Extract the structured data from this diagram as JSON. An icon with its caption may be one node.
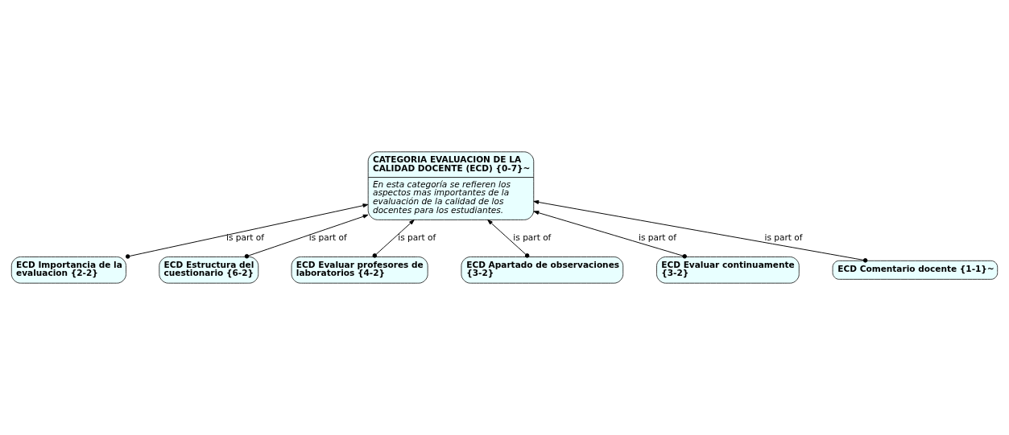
{
  "diagram": {
    "nodes": [
      {
        "text": [
          "CATEGORIA EVALUACION DE LA CALIDAD DOCENTE (ECD) {0-7}~",
          "En esta categoría se refieren los aspectos mas importantes de la evaluación de la calidad de los docentes para los estudiantes."
        ]
      },
      {
        "text": [
          "ECD Importancia de la evaluacion {2-2}"
        ]
      },
      {
        "text": [
          "ECD Estructura del cuestionario {6-2}"
        ]
      },
      {
        "text": [
          "ECD Evaluar profesores de laboratorios {4-2}"
        ]
      },
      {
        "text": [
          "ECD Apartado de observaciones {3-2}"
        ]
      },
      {
        "text": [
          "ECD Evaluar continuamente {3-2}"
        ]
      },
      {
        "text": [
          "ECD Comentario docente {1-1}~"
        ]
      }
    ],
    "edges": [
      {
        "from": 1,
        "to": 0,
        "arrow": "to",
        "label": "is part of"
      },
      {
        "from": 2,
        "to": 0,
        "arrow": "to",
        "label": "is part of"
      },
      {
        "from": 3,
        "to": 0,
        "arrow": "to",
        "label": "is part of"
      },
      {
        "from": 5,
        "to": 0,
        "arrow": "to",
        "label": "is part of"
      },
      {
        "from": 6,
        "to": 0,
        "arrow": "to",
        "label": "is part of"
      },
      {
        "from": 4,
        "to": 0,
        "arrow": "to",
        "label": "is part of"
      }
    ]
  }
}
